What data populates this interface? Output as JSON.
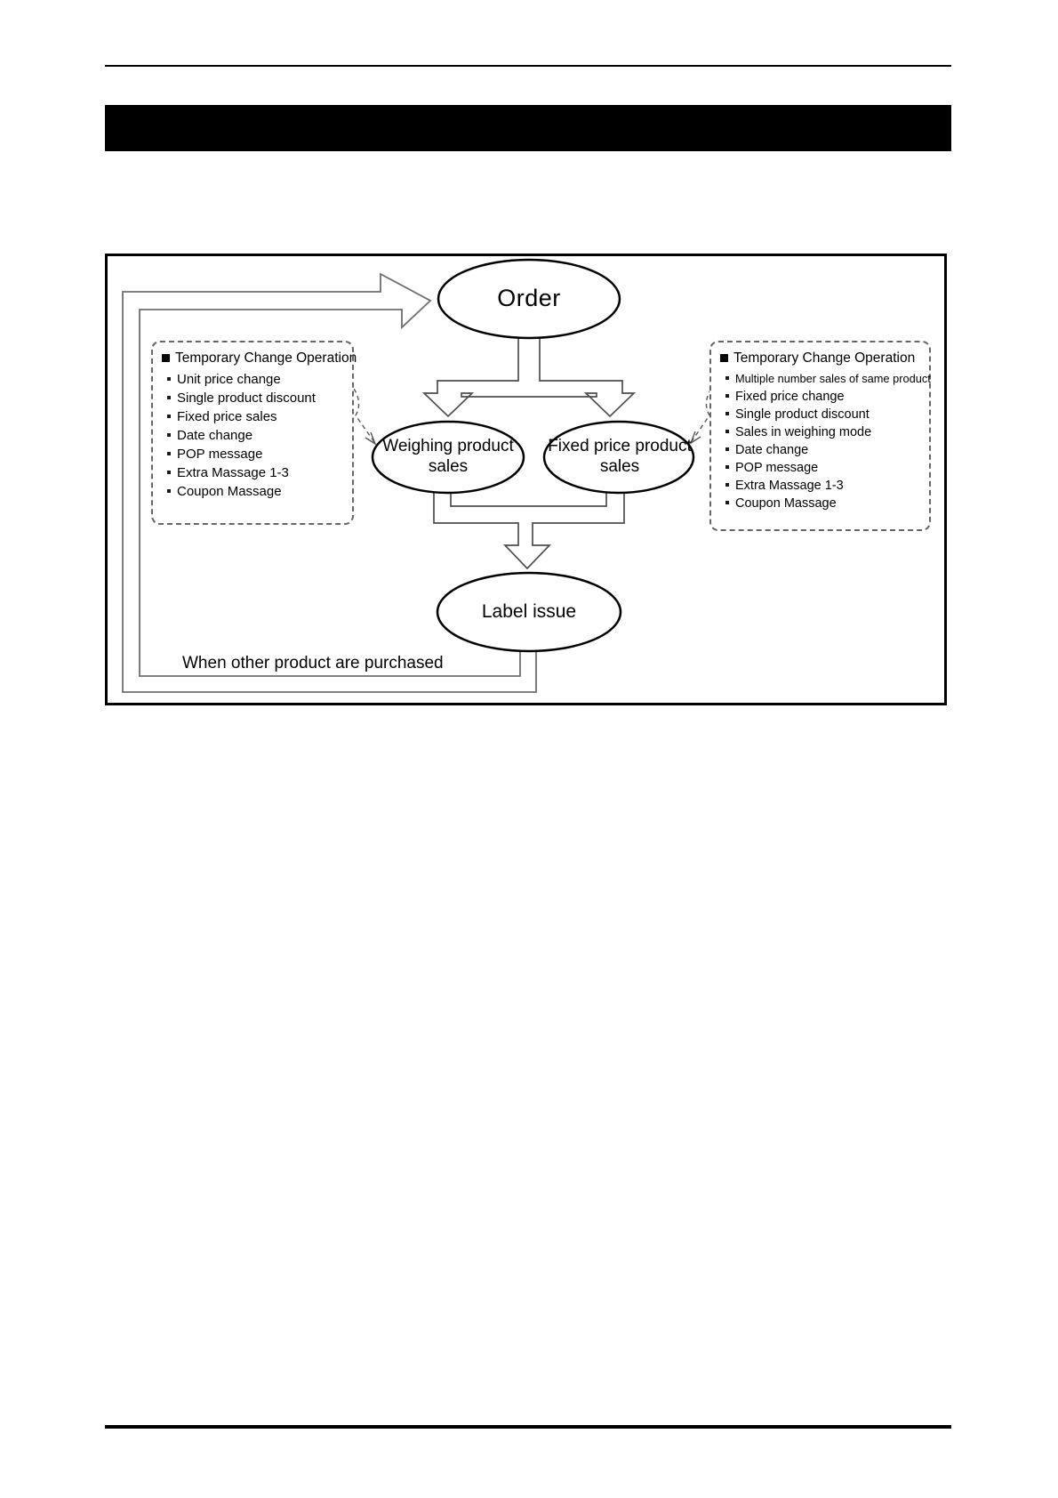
{
  "page": {
    "background": "#ffffff"
  },
  "header": {
    "bar_color": "#000000"
  },
  "colors": {
    "ellipse_stroke": "#000000",
    "flow_line": "#4d4d4d",
    "loop_line": "#6e6e6e",
    "dashed_line": "#555555"
  },
  "diagram": {
    "order_label": "Order",
    "weighing_line1": "Weighing product",
    "weighing_line2": "sales",
    "fixed_line1": "Fixed price product",
    "fixed_line2": "sales",
    "label_issue_label": "Label issue",
    "loop_caption": "When other product are purchased",
    "left_panel": {
      "title": "Temporary Change Operation",
      "items": [
        "Unit price change",
        "Single product discount",
        "Fixed price sales",
        "Date change",
        "POP message",
        "Extra Massage 1-3",
        "Coupon Massage"
      ]
    },
    "right_panel": {
      "title": "Temporary Change Operation",
      "items": [
        "Multiple number sales of same product",
        "Fixed price change",
        "Single product discount",
        "Sales in weighing mode",
        "Date change",
        "POP message",
        "Extra Massage 1-3",
        "Coupon Massage"
      ]
    }
  }
}
